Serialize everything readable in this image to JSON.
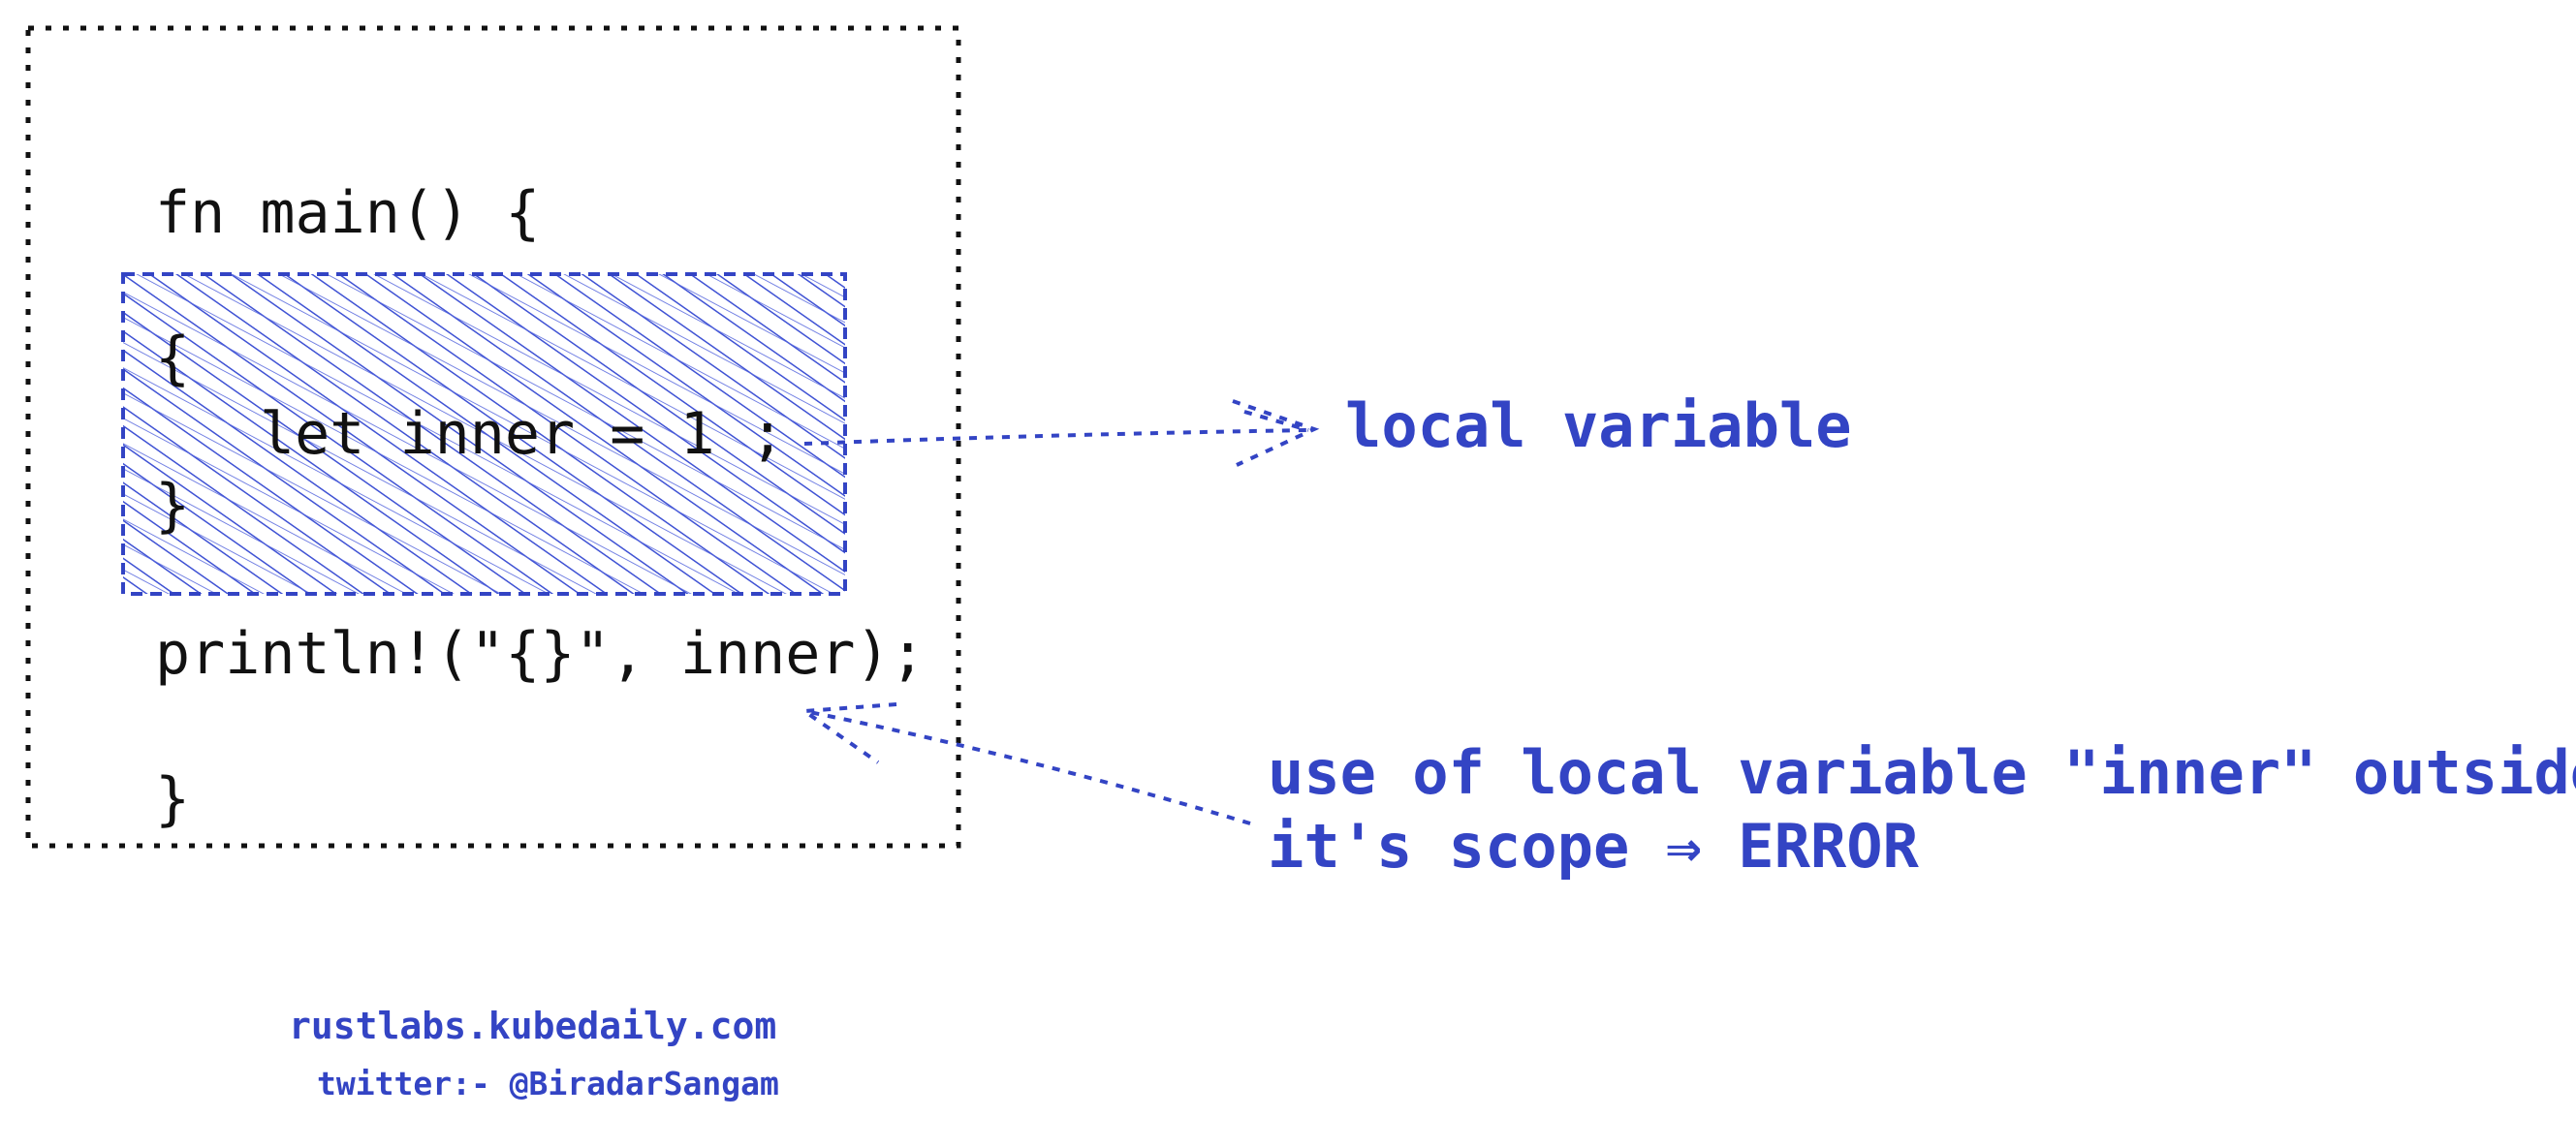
{
  "code": {
    "line_fn": "fn main() {",
    "line_inner_open": "{",
    "line_let": "let inner = 1 ;",
    "line_inner_close": "}",
    "line_println": "println!(\"{}\", inner);",
    "line_outer_close": "}"
  },
  "annotations": {
    "local_variable": "local variable",
    "error_line_1": "use of local variable \"inner\" outside",
    "error_line_2": "it's scope ⇒ ERROR"
  },
  "footer": {
    "site": "rustlabs.kubedaily.com",
    "twitter": "twitter:- @BiradarSangam"
  },
  "colors": {
    "accent": "#3344c4",
    "code_text": "#111111",
    "outline": "#000000",
    "background": "#ffffff"
  }
}
